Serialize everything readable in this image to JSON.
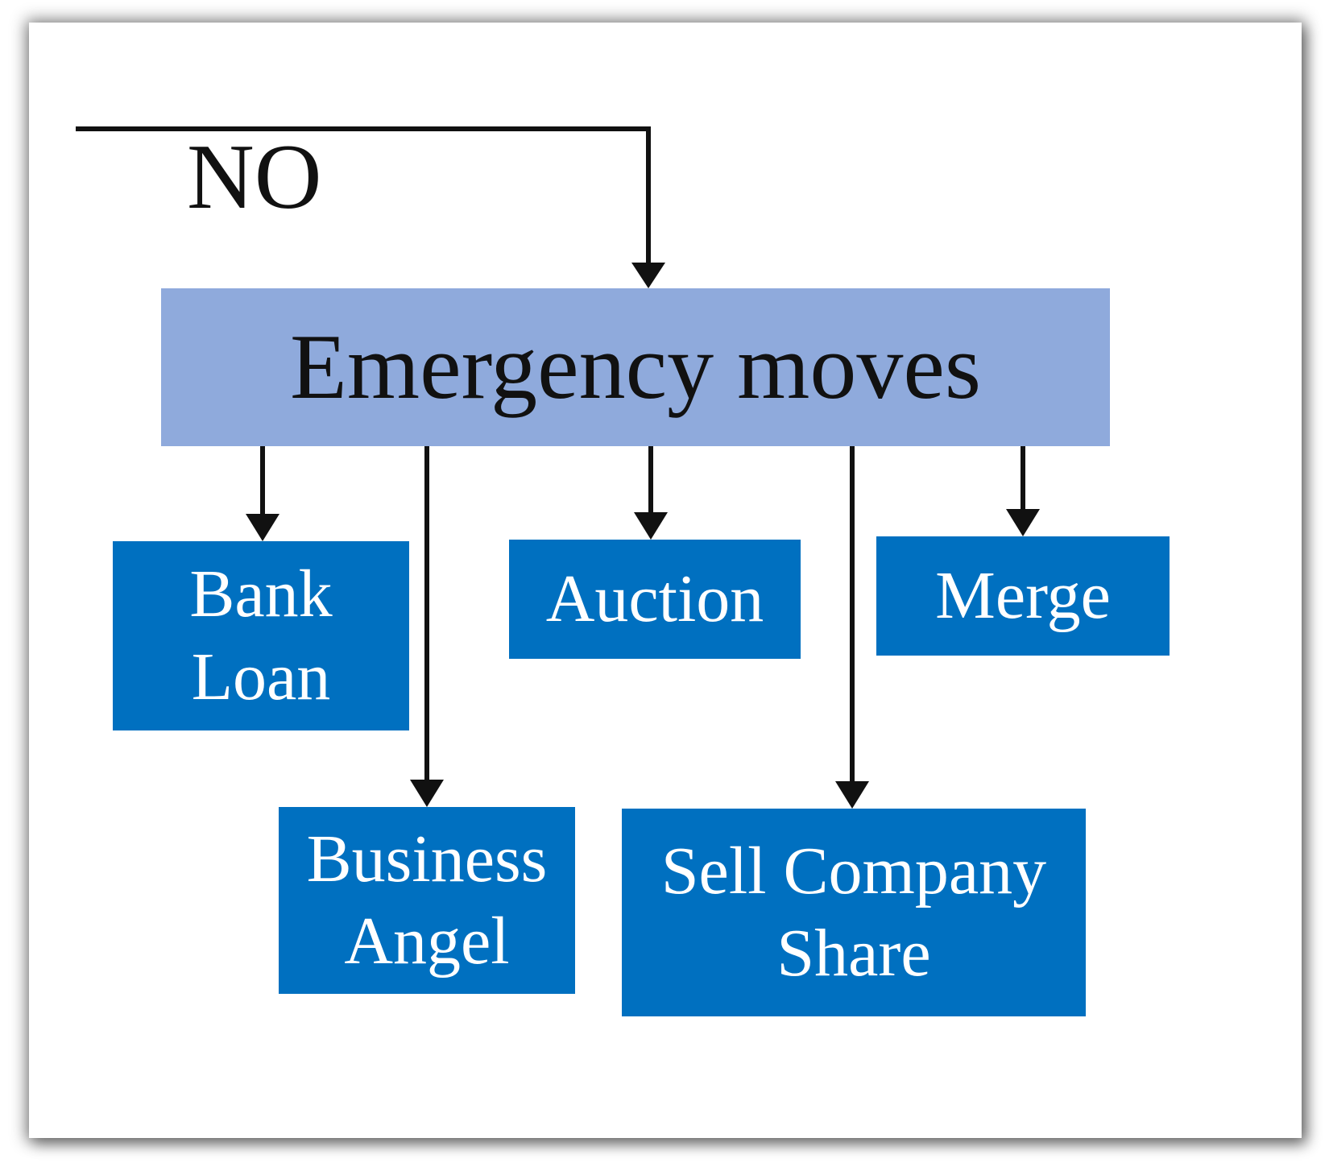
{
  "diagram": {
    "branch_label": "NO",
    "root": {
      "label": "Emergency moves"
    },
    "children": [
      {
        "id": "bank-loan",
        "lines": [
          "Bank",
          "Loan"
        ]
      },
      {
        "id": "auction",
        "lines": [
          "Auction"
        ]
      },
      {
        "id": "merge",
        "lines": [
          "Merge"
        ]
      },
      {
        "id": "business-angel",
        "lines": [
          "Business",
          "Angel"
        ]
      },
      {
        "id": "sell-company-share",
        "lines": [
          "Sell Company",
          "Share"
        ]
      }
    ],
    "colors": {
      "root_fill": "#8faadc",
      "child_fill": "#0070c0",
      "child_text": "#ffffff",
      "line": "#111111"
    }
  }
}
